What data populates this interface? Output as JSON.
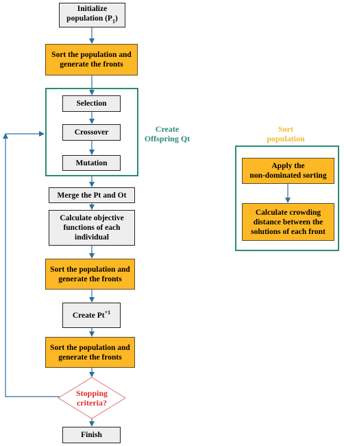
{
  "nodes": {
    "initialize": {
      "line1": "Initialize",
      "line2": "population (P",
      "line2_sub": "1",
      "line2_end": ")"
    },
    "sort1": {
      "line1": "Sort the population and",
      "line2": "generate the fronts"
    },
    "selection": "Selection",
    "crossover": "Crossover",
    "mutation": "Mutation",
    "merge": "Merge the Pt and Ot",
    "calculate": {
      "line1": "Calculate objective",
      "line2": "functions of each",
      "line3": "individual"
    },
    "sort2": {
      "line1": "Sort the population and",
      "line2": "generate the fronts"
    },
    "create_pt": {
      "text": "Create Pt",
      "sup": "+1"
    },
    "sort3": {
      "line1": "Sort the population and",
      "line2": "generate the fronts"
    },
    "stopping": {
      "line1": "Stopping",
      "line2": "criteria?"
    },
    "finish": "Finish",
    "apply": {
      "line1": "Apply the",
      "line2": "non-dominated sorting"
    },
    "crowding": {
      "line1": "Calculate crowding",
      "line2": "distance between the",
      "line3": "solutions of each front"
    }
  },
  "labels": {
    "create_offspring": {
      "line1": "Create",
      "line2": "Offspring Qt"
    },
    "sort_population": {
      "line1": "Sort",
      "line2": "population"
    }
  },
  "colors": {
    "orange_fill": "#fdb825",
    "gray_fill": "#eeeeee",
    "teal": "#2b8a76",
    "yellow_label": "#f5b82e",
    "red_text": "#e02a2a",
    "arrow": "#2e6f9e",
    "diamond_border": "#e07070"
  }
}
